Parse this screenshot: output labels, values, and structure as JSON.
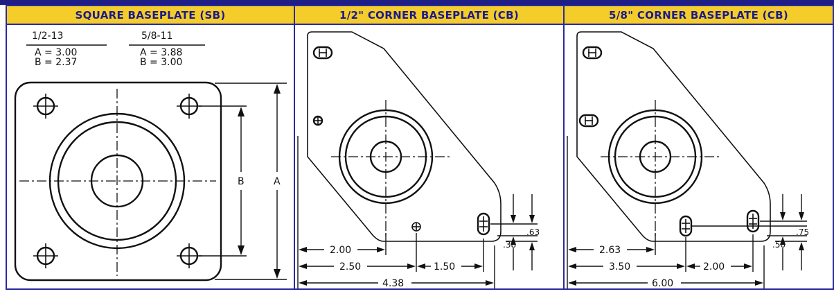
{
  "headers": {
    "square": "SQUARE BASEPLATE (SB)",
    "corner_half": "1/2\" CORNER BASEPLATE (CB)",
    "corner_five_eighths": "5/8\" CORNER BASEPLATE (CB)"
  },
  "square": {
    "col1": {
      "thread": "1/2-13",
      "a": "A = 3.00",
      "b": "B = 2.37"
    },
    "col2": {
      "thread": "5/8-11",
      "a": "A = 3.88",
      "b": "B = 3.00"
    },
    "dim_b": "B",
    "dim_a": "A"
  },
  "corner_half": {
    "d1": "2.00",
    "d2": "2.50",
    "d3": "1.50",
    "d4": "4.38",
    "d5": ".38",
    "d6": ".63"
  },
  "corner_five_eighths": {
    "d1": "2.63",
    "d2": "3.50",
    "d3": "2.00",
    "d4": "6.00",
    "d5": ".50",
    "d6": ".75"
  },
  "colors": {
    "header_bg": "#f4cd2a",
    "header_text": "#1a1a8c",
    "border": "#2a2aa0",
    "top_bar": "#1e1e84"
  }
}
